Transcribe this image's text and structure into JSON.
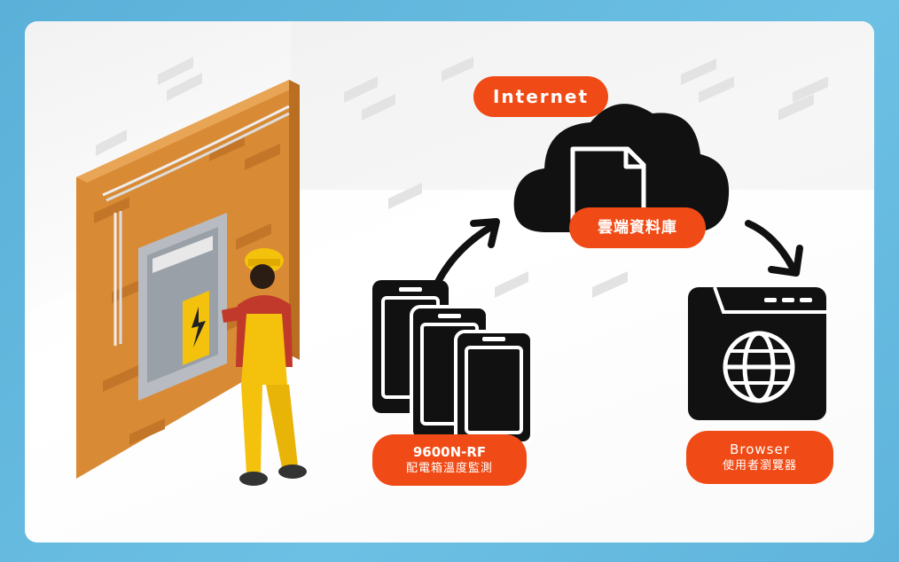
{
  "diagram": {
    "internet_label": "Internet",
    "database_label": "雲端資料庫",
    "sensor": {
      "model": "9600N-RF",
      "description": "配電箱溫度監測"
    },
    "browser": {
      "name": "Browser",
      "description": "使用者瀏覽器"
    }
  },
  "colors": {
    "accent": "#f04b16",
    "background": "#5ab0d8",
    "wall": "#d98a35",
    "worker": "#f4c20d",
    "icon": "#111111"
  }
}
